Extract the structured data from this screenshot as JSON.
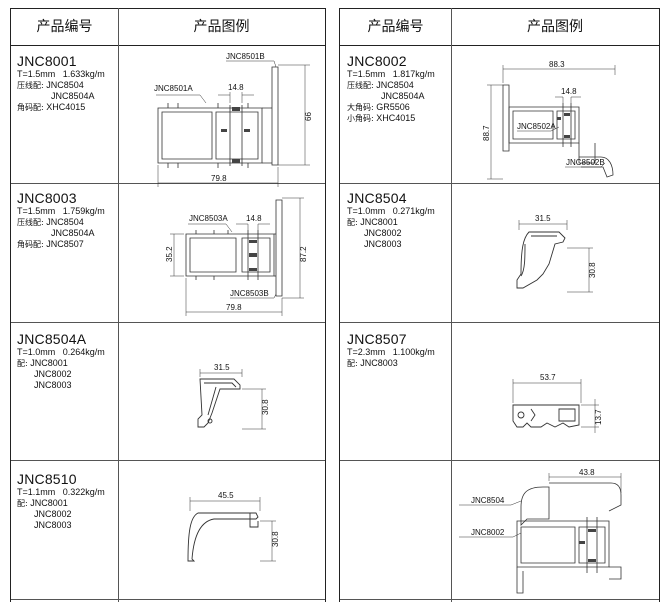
{
  "headers": {
    "left_col1": "产品编号",
    "left_col2": "产品图例",
    "right_col1": "产品编号",
    "right_col2": "产品图例"
  },
  "rows": [
    {
      "left": {
        "code": "JNC8001",
        "spec": "T=1.5mm   1.633kg/m",
        "lines": [
          {
            "label": "压线配:",
            "values": [
              "JNC8504",
              "JNC8504A"
            ]
          },
          {
            "label": "角码配:",
            "values": [
              "XHC4015"
            ]
          }
        ],
        "drawing": {
          "top_label": "JNC8501B",
          "left_label": "JNC8501A",
          "dim_small": "14.8",
          "dim_width": "79.8",
          "dim_height": "66"
        }
      },
      "right": {
        "code": "JNC8002",
        "spec": "T=1.5mm   1.817kg/m",
        "lines": [
          {
            "label": "压线配:",
            "values": [
              "JNC8504",
              "JNC8504A"
            ]
          },
          {
            "label": "大角码:",
            "values": [
              "GR5506"
            ]
          },
          {
            "label": "小角码:",
            "values": [
              "XHC4015"
            ]
          }
        ],
        "drawing": {
          "dim_width": "88.3",
          "dim_small": "14.8",
          "dim_height": "88.7",
          "label_a": "JNC8502A",
          "label_b": "JNC8502B"
        }
      }
    },
    {
      "left": {
        "code": "JNC8003",
        "spec": "T=1.5mm   1.759kg/m",
        "lines": [
          {
            "label": "压线配:",
            "values": [
              "JNC8504",
              "JNC8504A"
            ]
          },
          {
            "label": "角码配:",
            "values": [
              "JNC8507"
            ]
          }
        ],
        "drawing": {
          "label_a": "JNC8503A",
          "dim_small": "14.8",
          "dim_left": "35.2",
          "dim_height": "87.2",
          "label_b": "JNC8503B",
          "dim_width": "79.8"
        }
      },
      "right": {
        "code": "JNC8504",
        "spec": "T=1.0mm   0.271kg/m",
        "lines": [
          {
            "label": "配:",
            "values": [
              "JNC8001",
              "JNC8002",
              "JNC8003"
            ]
          }
        ],
        "drawing": {
          "dim_width": "31.5",
          "dim_height": "30.8"
        }
      }
    },
    {
      "left": {
        "code": "JNC8504A",
        "spec": "T=1.0mm   0.264kg/m",
        "lines": [
          {
            "label": "配:",
            "values": [
              "JNC8001",
              "JNC8002",
              "JNC8003"
            ]
          }
        ],
        "drawing": {
          "dim_width": "31.5",
          "dim_height": "30.8"
        }
      },
      "right": {
        "code": "JNC8507",
        "spec": "T=2.3mm   1.100kg/m",
        "lines": [
          {
            "label": "配:",
            "values": [
              "JNC8003"
            ]
          }
        ],
        "drawing": {
          "dim_width": "53.7",
          "dim_height": "13.7"
        }
      }
    },
    {
      "left": {
        "code": "JNC8510",
        "spec": "T=1.1mm   0.322kg/m",
        "lines": [
          {
            "label": "配:",
            "values": [
              "JNC8001",
              "JNC8002",
              "JNC8003"
            ]
          }
        ],
        "drawing": {
          "dim_width": "45.5",
          "dim_height": "30.8"
        }
      },
      "right": {
        "code": "",
        "spec": "",
        "lines": [],
        "drawing": {
          "dim_width": "43.8",
          "label_a": "JNC8504",
          "label_b": "JNC8002"
        }
      }
    }
  ]
}
